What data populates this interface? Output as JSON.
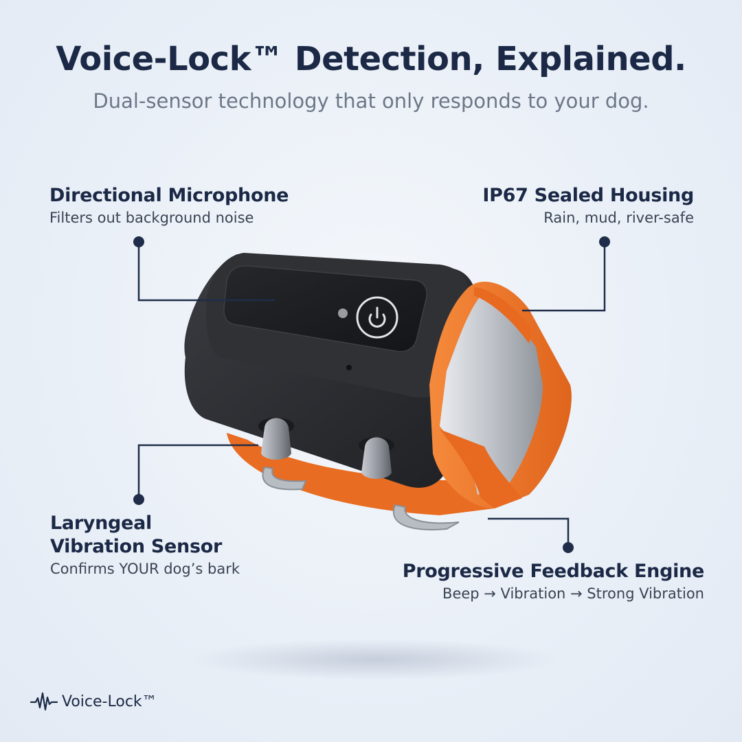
{
  "header": {
    "title": "Voice-Lock™ Detection, Explained.",
    "subtitle": "Dual-sensor technology that only responds to your dog."
  },
  "callouts": {
    "microphone": {
      "title": "Directional Microphone",
      "desc": "Filters out background noise"
    },
    "housing": {
      "title": "IP67 Sealed Housing",
      "desc": "Rain, mud, river-safe"
    },
    "vibration": {
      "title_line1": "Laryngeal",
      "title_line2": "Vibration Sensor",
      "desc": "Confirms YOUR dog’s bark"
    },
    "feedback": {
      "title": "Progressive Feedback Engine",
      "desc": "Beep → Vibration → Strong Vibration"
    }
  },
  "footer": {
    "brand": "Voice-Lock™",
    "icon": "waveform-icon"
  },
  "colors": {
    "navy": "#1b2946",
    "gray_text": "#6c7787",
    "device_body": "#2b2d31",
    "strap_orange": "#f0772a",
    "reflective_silver": "#c9ccd1"
  },
  "icons": [
    "power-icon",
    "waveform-icon"
  ]
}
